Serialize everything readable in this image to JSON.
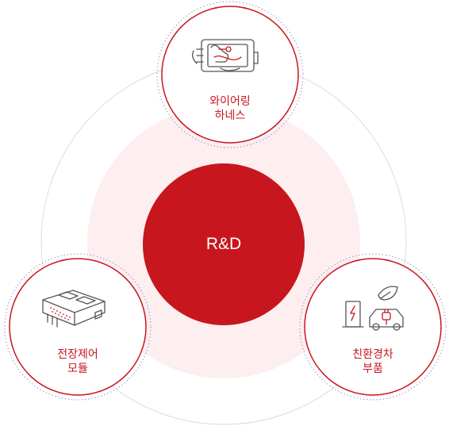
{
  "center": {
    "label": "R&D"
  },
  "nodes": [
    {
      "line1": "와이어링",
      "line2": "하네스",
      "icon": "wiring-harness-icon"
    },
    {
      "line1": "전장제어",
      "line2": "모듈",
      "icon": "electronic-control-module-icon"
    },
    {
      "line1": "친환경차",
      "line2": "부품",
      "icon": "eco-vehicle-charging-icon"
    }
  ],
  "colors": {
    "accent": "#c8161e",
    "halo": "#fdeef0",
    "dots": "#8f8fd0",
    "ring": "#dcdcdc"
  }
}
